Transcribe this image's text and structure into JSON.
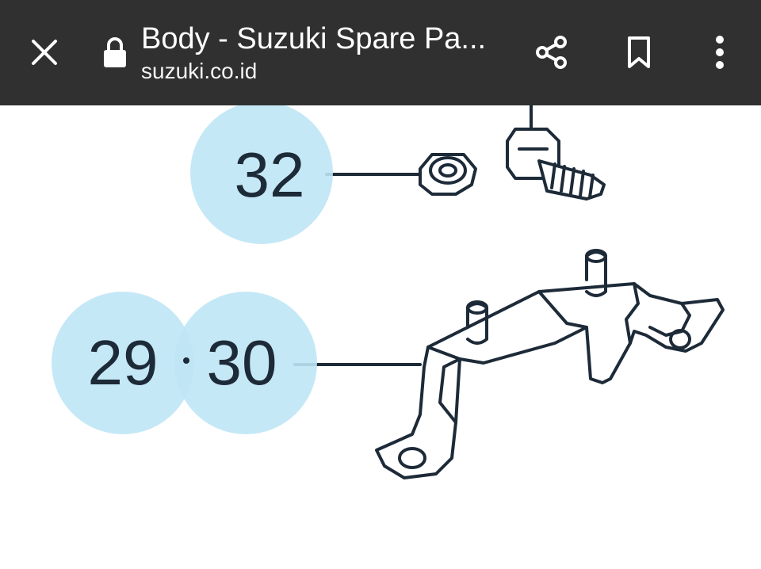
{
  "toolbar": {
    "title": "Body - Suzuki Spare Pa...",
    "url": "suzuki.co.id",
    "icons": {
      "close": "close-icon",
      "lock": "lock-icon",
      "share": "share-icon",
      "bookmark": "bookmark-icon",
      "menu": "more-vert-icon"
    }
  },
  "diagram": {
    "callouts": [
      "32",
      "29",
      "30"
    ],
    "colors": {
      "callout_circle": "#bfe6f5",
      "line_art": "#1d2a38"
    }
  }
}
